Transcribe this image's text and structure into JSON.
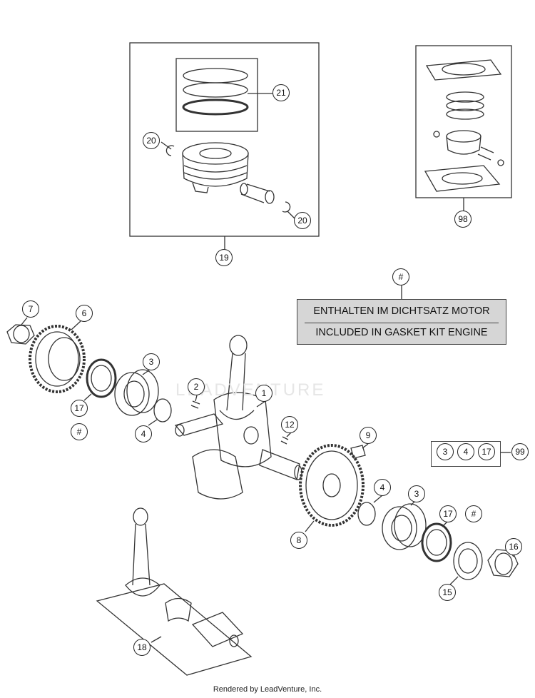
{
  "note": {
    "line_de": "ENTHALTEN IM DICHTSATZ MOTOR",
    "line_en": "INCLUDED IN GASKET KIT ENGINE"
  },
  "watermark": "LEADVENTURE",
  "footer": "Rendered by LeadVenture, Inc.",
  "callouts": {
    "c21": "21",
    "c20a": "20",
    "c20b": "20",
    "c19": "19",
    "c98": "98",
    "c_hash_note": "#",
    "c7": "7",
    "c6": "6",
    "c3a": "3",
    "c17a": "17",
    "c_hash_a": "#",
    "c4a": "4",
    "c2": "2",
    "c1": "1",
    "c12": "12",
    "c9": "9",
    "c8": "8",
    "c4b": "4",
    "c3b": "3",
    "c17b": "17",
    "c_hash_b": "#",
    "c16": "16",
    "c15": "15",
    "c18": "18",
    "kit3": "3",
    "kit4": "4",
    "kit17": "17",
    "c99": "99"
  },
  "colors": {
    "line": "#333333",
    "note_fill": "#d6d6d6"
  }
}
